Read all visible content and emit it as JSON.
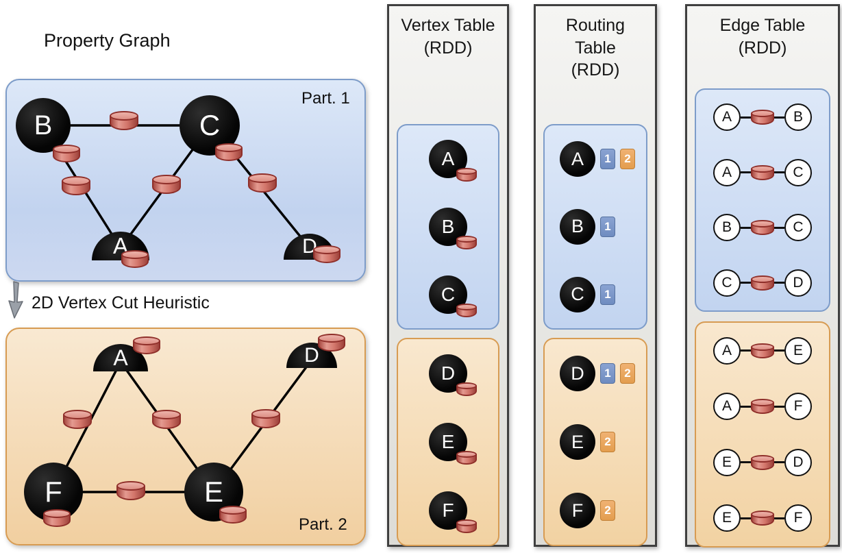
{
  "diagram": {
    "title": "Property Graph",
    "cut_label": "2D Vertex Cut Heuristic"
  },
  "part1": {
    "label": "Part. 1",
    "vertices": [
      "B",
      "C",
      "A",
      "D"
    ]
  },
  "part2": {
    "label": "Part. 2",
    "vertices": [
      "A",
      "D",
      "F",
      "E"
    ]
  },
  "vertex_table": {
    "title_line1": "Vertex Table",
    "title_line2": "(RDD)",
    "part1": [
      "A",
      "B",
      "C"
    ],
    "part2": [
      "D",
      "E",
      "F"
    ]
  },
  "routing_table": {
    "title_line1": "Routing",
    "title_line2": "Table",
    "title_line3": "(RDD)",
    "part1": [
      {
        "vertex": "A",
        "badges": [
          "1",
          "2"
        ]
      },
      {
        "vertex": "B",
        "badges": [
          "1"
        ]
      },
      {
        "vertex": "C",
        "badges": [
          "1"
        ]
      }
    ],
    "part2": [
      {
        "vertex": "D",
        "badges": [
          "1",
          "2"
        ]
      },
      {
        "vertex": "E",
        "badges": [
          "2"
        ]
      },
      {
        "vertex": "F",
        "badges": [
          "2"
        ]
      }
    ]
  },
  "edge_table": {
    "title_line1": "Edge Table",
    "title_line2": "(RDD)",
    "part1": [
      {
        "src": "A",
        "dst": "B"
      },
      {
        "src": "A",
        "dst": "C"
      },
      {
        "src": "B",
        "dst": "C"
      },
      {
        "src": "C",
        "dst": "D"
      }
    ],
    "part2": [
      {
        "src": "A",
        "dst": "E"
      },
      {
        "src": "A",
        "dst": "F"
      },
      {
        "src": "E",
        "dst": "D"
      },
      {
        "src": "E",
        "dst": "F"
      }
    ]
  },
  "colors": {
    "partition1_fill": "#cddcf3",
    "partition1_border": "#7d9cc9",
    "partition2_fill": "#f5dcb6",
    "partition2_border": "#d79b52",
    "cylinder_fill": "#d3766b",
    "cylinder_border": "#8f2f2a",
    "badge1_blue": "#7b96c8",
    "badge2_orange": "#eaa85e",
    "vertex_black": "#0a0a0a",
    "column_gray": "#e4e4e0"
  }
}
